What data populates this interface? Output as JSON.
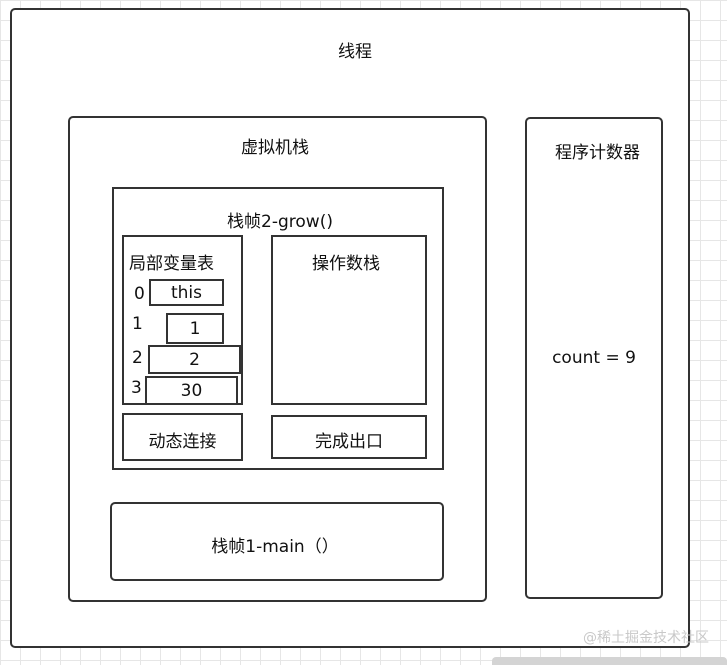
{
  "thread": {
    "title": "线程"
  },
  "vm_stack": {
    "title": "虚拟机栈"
  },
  "frame2": {
    "title": "栈帧2-grow()",
    "local_vars": {
      "title": "局部变量表",
      "rows": [
        {
          "index": "0",
          "value": "this"
        },
        {
          "index": "1",
          "value": "1"
        },
        {
          "index": "2",
          "value": "2"
        },
        {
          "index": "3",
          "value": "30"
        }
      ]
    },
    "operand_stack": {
      "title": "操作数栈"
    },
    "dynamic_link": {
      "label": "动态连接"
    },
    "return_exit": {
      "label": "完成出口"
    }
  },
  "frame1": {
    "title": "栈帧1-main（）"
  },
  "pc": {
    "title": "程序计数器",
    "value": "count = 9"
  },
  "watermark": "@稀土掘金技术社区"
}
